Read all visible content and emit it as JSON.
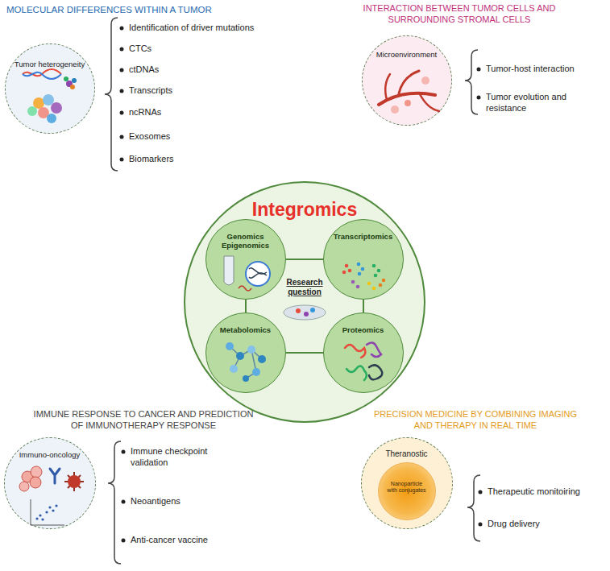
{
  "diagram": {
    "nodes": [
      {
        "text": [
          "Tumor heterogeneity"
        ]
      },
      {
        "text": [
          "Microenvironment"
        ]
      },
      {
        "text": [
          "Integromics",
          "Research question"
        ]
      },
      {
        "text": [
          "Genomics Epigenomics"
        ],
        "in": 2
      },
      {
        "text": [
          "Transcriptomics"
        ],
        "in": 2
      },
      {
        "text": [
          "Metabolomics"
        ],
        "in": 2
      },
      {
        "text": [
          "Proteomics"
        ],
        "in": 2
      },
      {
        "text": [
          "Immuno-oncology"
        ]
      },
      {
        "text": [
          "Theranostic"
        ]
      },
      {
        "text": [
          "Nanoparticle with conjugates"
        ],
        "in": 8
      }
    ],
    "edges": [
      {
        "from": 3,
        "to": 4,
        "arrow": "none"
      },
      {
        "from": 3,
        "to": 5,
        "arrow": "none"
      },
      {
        "from": 4,
        "to": 6,
        "arrow": "none"
      },
      {
        "from": 5,
        "to": 6,
        "arrow": "none"
      }
    ],
    "labels": [
      "MOLECULAR DIFFERENCES WITHIN A TUMOR",
      "Identification of driver mutations",
      "CTCs",
      "ctDNAs",
      "Transcripts",
      "ncRNAs",
      "Exosomes",
      "Biomarkers",
      "INTERACTION BETWEEN TUMOR CELLS AND SURROUNDING STROMAL CELLS",
      "Tumor-host interaction",
      "Tumor evolution and resistance",
      "IMMUNE RESPONSE TO CANCER AND PREDICTION OF IMMUNOTHERAPY RESPONSE",
      "Immune checkpoint validation",
      "Neoantigens",
      "Anti-cancer vaccine",
      "PRECISION MEDICINE BY COMBINING IMAGING AND THERAPY IN REAL TIME",
      "Therapeutic monitoiring",
      "Drug delivery"
    ]
  }
}
